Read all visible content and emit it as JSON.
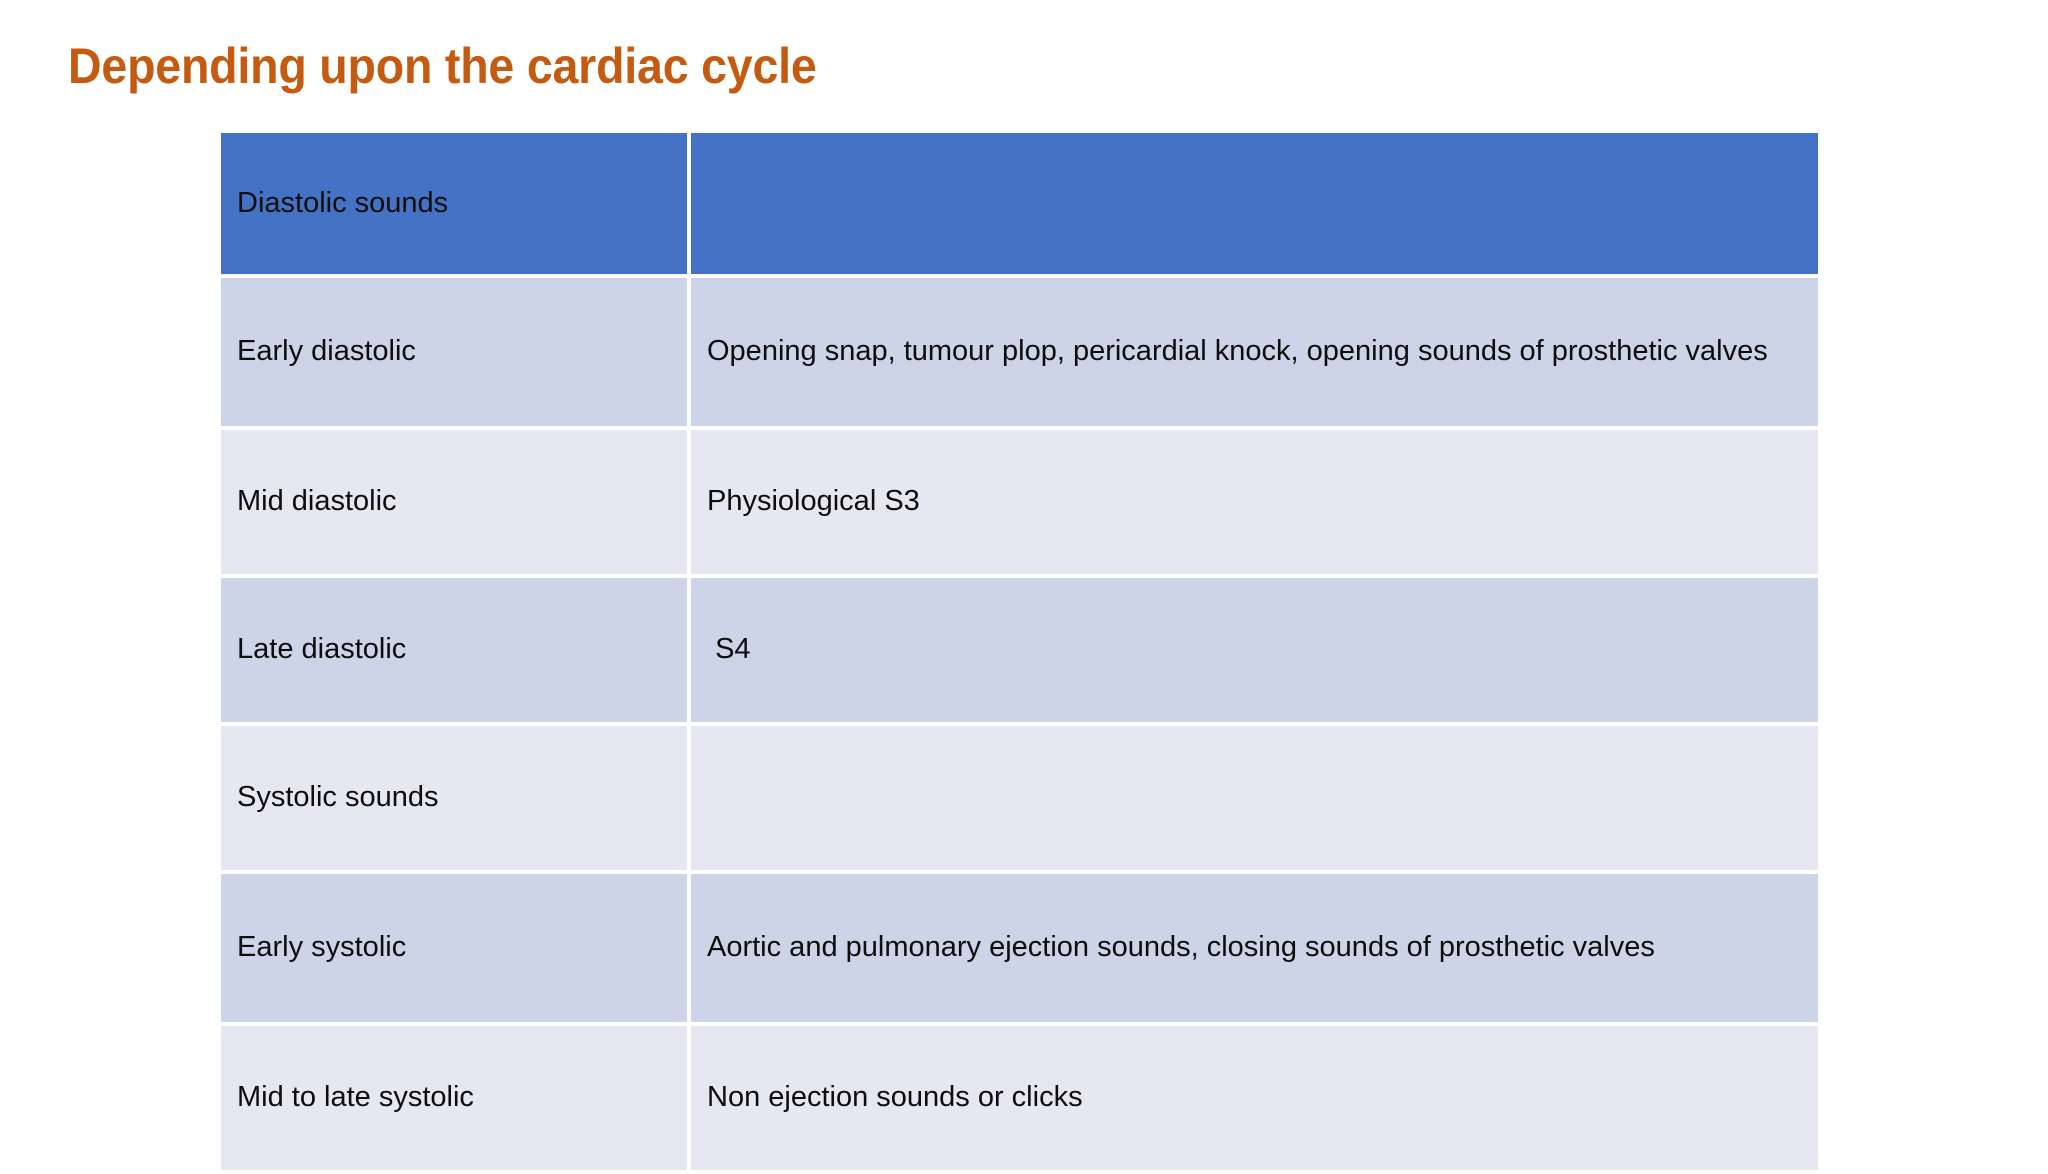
{
  "slide": {
    "title": "Depending upon the cardiac cycle",
    "title_color": "#C55A11",
    "background": "#FFFFFF"
  },
  "table": {
    "header_background": "#4472C4",
    "header_text_color": "#FFFFFF",
    "band_dark": "#CDD4E8",
    "band_light": "#E7E7F2",
    "grid_color": "#FFFFFF",
    "header": {
      "category": "Diastolic sounds",
      "detail": ""
    },
    "rows": [
      {
        "category": "Early diastolic",
        "detail": "Opening snap, tumour plop, pericardial knock, opening sounds of prosthetic valves",
        "band": "dark"
      },
      {
        "category": "Mid diastolic",
        "detail": "Physiological S3",
        "band": "light"
      },
      {
        "category": "Late diastolic",
        "detail": " S4",
        "band": "dark"
      },
      {
        "category": "Systolic sounds",
        "detail": "",
        "band": "light"
      },
      {
        "category": "Early systolic",
        "detail": "Aortic and pulmonary ejection sounds, closing sounds of prosthetic valves",
        "band": "dark"
      },
      {
        "category": "Mid to late systolic",
        "detail": "Non ejection sounds or clicks",
        "band": "light"
      }
    ]
  }
}
